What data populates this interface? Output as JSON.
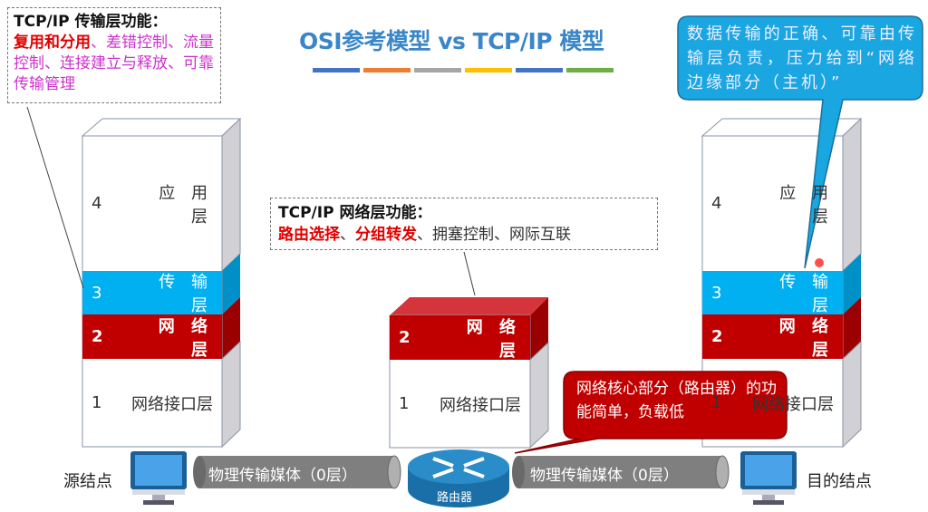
{
  "title": "OSI参考模型 vs TCP/IP 模型",
  "title_stripes": [
    "#4472c4",
    "#ed7d31",
    "#a5a5a5",
    "#ffc000",
    "#4472c4",
    "#70ad47"
  ],
  "transport_callout": {
    "heading": "TCP/IP 传输层功能：",
    "highlight": "复用和分用",
    "rest": "、差错控制、流量控制、连接建立与释放、可靠传输管理"
  },
  "network_callout": {
    "heading": "TCP/IP 网络层功能：",
    "highlight1": "路由选择",
    "sep1": "、",
    "highlight2": "分组转发",
    "rest": "、拥塞控制、网际互联"
  },
  "edge_bubble": "数据传输的正确、可靠由传输层负责，压力给到“网络边缘部分（主机）”",
  "core_bubble": "网络核心部分（路由器）的功能简单，负载低",
  "host_stack": [
    {
      "num": "4",
      "name": "应 用 层"
    },
    {
      "num": "3",
      "name": "传 输 层"
    },
    {
      "num": "2",
      "name": "网 络 层"
    },
    {
      "num": "1",
      "name": "网络接口层"
    }
  ],
  "router_stack": [
    {
      "num": "2",
      "name": "网 络 层"
    },
    {
      "num": "1",
      "name": "网络接口层"
    }
  ],
  "source_label": "源结点",
  "dest_label": "目的结点",
  "medium_label": "物理传输媒体（0层）",
  "router_label": "路由器",
  "colors": {
    "transport": "#00b0f0",
    "network": "#c00000",
    "title": "#3a86c8"
  }
}
